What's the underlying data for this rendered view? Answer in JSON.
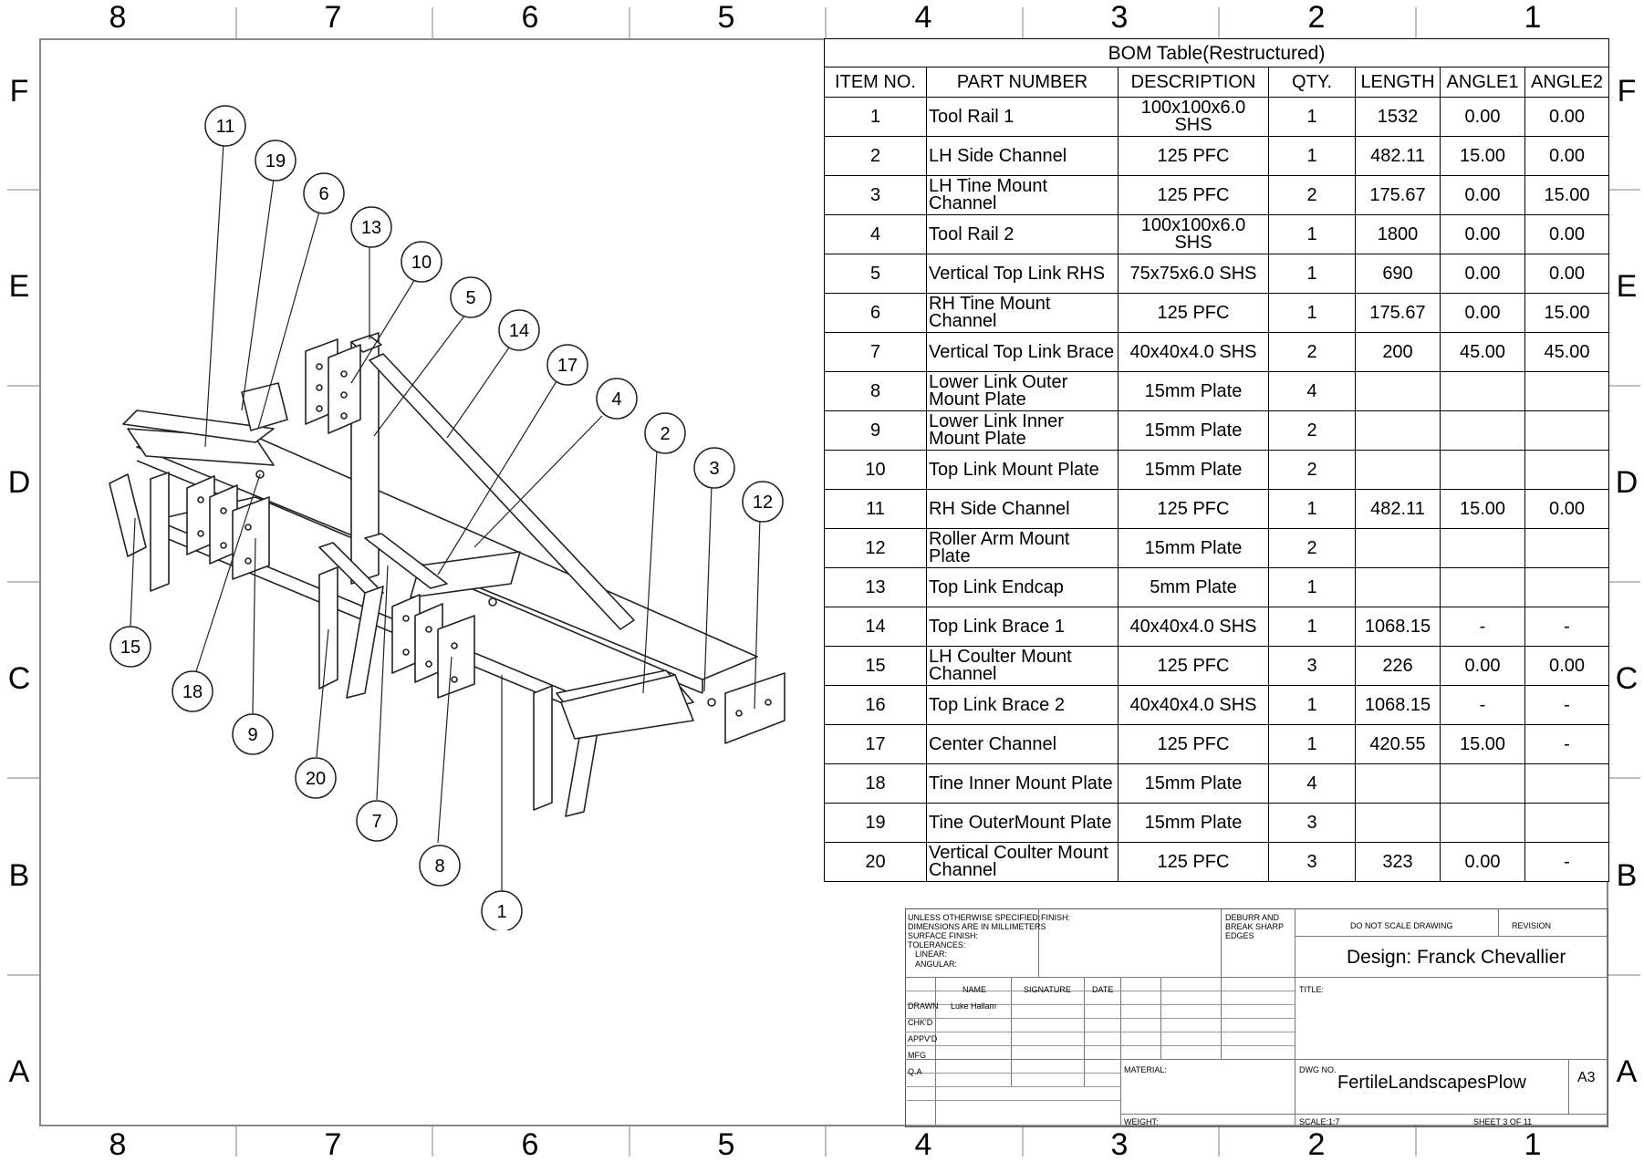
{
  "zones": {
    "columns": [
      "8",
      "7",
      "6",
      "5",
      "4",
      "3",
      "2",
      "1"
    ],
    "rows": [
      "F",
      "E",
      "D",
      "C",
      "B",
      "A"
    ]
  },
  "bom": {
    "title": "BOM Table(Restructured)",
    "headers": [
      "ITEM NO.",
      "PART NUMBER",
      "DESCRIPTION",
      "QTY.",
      "LENGTH",
      "ANGLE1",
      "ANGLE2"
    ],
    "rows": [
      {
        "item": "1",
        "part": "Tool Rail 1",
        "desc": "100x100x6.0 SHS",
        "qty": "1",
        "length": "1532",
        "a1": "0.00",
        "a2": "0.00"
      },
      {
        "item": "2",
        "part": "LH Side Channel",
        "desc": "125 PFC",
        "qty": "1",
        "length": "482.11",
        "a1": "15.00",
        "a2": "0.00"
      },
      {
        "item": "3",
        "part": "LH Tine Mount Channel",
        "desc": "125 PFC",
        "qty": "2",
        "length": "175.67",
        "a1": "0.00",
        "a2": "15.00"
      },
      {
        "item": "4",
        "part": "Tool Rail 2",
        "desc": "100x100x6.0 SHS",
        "qty": "1",
        "length": "1800",
        "a1": "0.00",
        "a2": "0.00"
      },
      {
        "item": "5",
        "part": "Vertical Top Link RHS",
        "desc": "75x75x6.0 SHS",
        "qty": "1",
        "length": "690",
        "a1": "0.00",
        "a2": "0.00"
      },
      {
        "item": "6",
        "part": "RH Tine Mount Channel",
        "desc": "125 PFC",
        "qty": "1",
        "length": "175.67",
        "a1": "0.00",
        "a2": "15.00"
      },
      {
        "item": "7",
        "part": "Vertical Top Link Brace",
        "desc": "40x40x4.0 SHS",
        "qty": "2",
        "length": "200",
        "a1": "45.00",
        "a2": "45.00"
      },
      {
        "item": "8",
        "part": "Lower Link Outer Mount Plate",
        "desc": "15mm Plate",
        "qty": "4",
        "length": "",
        "a1": "",
        "a2": ""
      },
      {
        "item": "9",
        "part": "Lower Link Inner Mount Plate",
        "desc": "15mm Plate",
        "qty": "2",
        "length": "",
        "a1": "",
        "a2": ""
      },
      {
        "item": "10",
        "part": "Top Link Mount Plate",
        "desc": "15mm Plate",
        "qty": "2",
        "length": "",
        "a1": "",
        "a2": ""
      },
      {
        "item": "11",
        "part": "RH Side Channel",
        "desc": "125 PFC",
        "qty": "1",
        "length": "482.11",
        "a1": "15.00",
        "a2": "0.00"
      },
      {
        "item": "12",
        "part": "Roller Arm Mount Plate",
        "desc": "15mm Plate",
        "qty": "2",
        "length": "",
        "a1": "",
        "a2": ""
      },
      {
        "item": "13",
        "part": "Top Link Endcap",
        "desc": "5mm Plate",
        "qty": "1",
        "length": "",
        "a1": "",
        "a2": ""
      },
      {
        "item": "14",
        "part": "Top Link Brace 1",
        "desc": "40x40x4.0 SHS",
        "qty": "1",
        "length": "1068.15",
        "a1": "-",
        "a2": "-"
      },
      {
        "item": "15",
        "part": "LH Coulter Mount Channel",
        "desc": "125 PFC",
        "qty": "3",
        "length": "226",
        "a1": "0.00",
        "a2": "0.00"
      },
      {
        "item": "16",
        "part": "Top Link Brace 2",
        "desc": "40x40x4.0 SHS",
        "qty": "1",
        "length": "1068.15",
        "a1": "-",
        "a2": "-"
      },
      {
        "item": "17",
        "part": "Center Channel",
        "desc": "125 PFC",
        "qty": "1",
        "length": "420.55",
        "a1": "15.00",
        "a2": "-"
      },
      {
        "item": "18",
        "part": "Tine Inner Mount Plate",
        "desc": "15mm Plate",
        "qty": "4",
        "length": "",
        "a1": "",
        "a2": ""
      },
      {
        "item": "19",
        "part": "Tine OuterMount Plate",
        "desc": "15mm Plate",
        "qty": "3",
        "length": "",
        "a1": "",
        "a2": ""
      },
      {
        "item": "20",
        "part": "Vertical Coulter Mount Channel",
        "desc": "125 PFC",
        "qty": "3",
        "length": "323",
        "a1": "0.00",
        "a2": "-"
      }
    ]
  },
  "callouts": [
    "11",
    "19",
    "6",
    "13",
    "10",
    "5",
    "14",
    "17",
    "4",
    "2",
    "3",
    "12",
    "15",
    "18",
    "9",
    "20",
    "7",
    "8",
    "1"
  ],
  "title_block": {
    "tolerances": [
      "UNLESS OTHERWISE SPECIFIED:",
      "DIMENSIONS ARE IN MILLIMETERS",
      "SURFACE FINISH:",
      "TOLERANCES:",
      "LINEAR:",
      "ANGULAR:"
    ],
    "finish": "FINISH:",
    "deburr": [
      "DEBURR AND",
      "BREAK SHARP",
      "EDGES"
    ],
    "do_not_scale": "DO NOT SCALE DRAWING",
    "revision": "REVISION",
    "design": "Design: Franck Chevallier",
    "title_label": "TITLE:",
    "col_name": "NAME",
    "col_signature": "SIGNATURE",
    "col_date": "DATE",
    "roles": [
      "DRAWN",
      "CHK'D",
      "APPV'D",
      "MFG",
      "Q.A"
    ],
    "drawn_name": "Luke Hallam",
    "material": "MATERIAL:",
    "weight": "WEIGHT:",
    "dwg_no_label": "DWG NO.",
    "dwg_no": "FertileLandscapesPlow",
    "size": "A3",
    "scale": "SCALE:1:7",
    "sheet": "SHEET 3 OF 11"
  }
}
